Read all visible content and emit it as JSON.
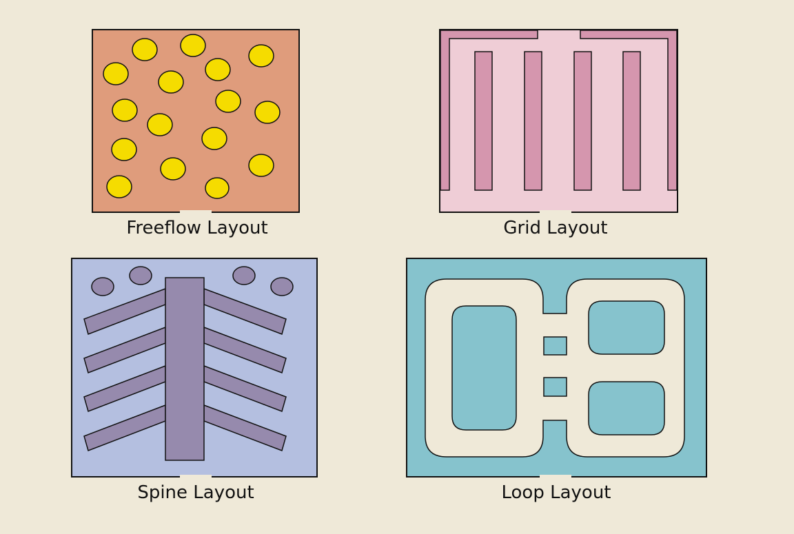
{
  "colors": {
    "page_background": "#efe9d8",
    "outline": "#111111",
    "freeflow_floor": "#df9c7c",
    "freeflow_fixture": "#f5dc00",
    "grid_floor": "#efcdd6",
    "grid_fixture": "#d596ae",
    "spine_floor": "#b4bfe0",
    "spine_fixture": "#968aad",
    "loop_floor": "#86c3cd",
    "loop_aisle": "#efe9d8",
    "entrance_gap": "#efe9d8"
  },
  "layouts": {
    "freeflow": {
      "caption": "Freeflow Layout"
    },
    "grid": {
      "caption": "Grid Layout"
    },
    "spine": {
      "caption": "Spine Layout"
    },
    "loop": {
      "caption": "Loop Layout"
    }
  }
}
